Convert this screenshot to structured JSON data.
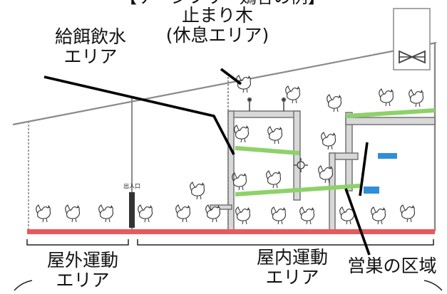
{
  "diagram": {
    "title_partial": "【ケージフリー鶏舎の例】",
    "labels": {
      "feeding_area": [
        "給餌飲水",
        "エリア"
      ],
      "perch_area": [
        "止まり木",
        "(休息エリア)"
      ],
      "outdoor_area": [
        "屋外運動",
        "エリア"
      ],
      "indoor_area": [
        "屋内運動",
        "エリア"
      ],
      "nest_area": [
        "営巣の区域"
      ],
      "entrance": "出入口"
    },
    "hen_icon": "hen-icon",
    "fan_icon": "ventilation-fan-icon",
    "colors": {
      "floor": "#e8595b",
      "litter_platform": "#8ed16a",
      "nest_box": "#2f8fd8",
      "structure": "#6d6d6d",
      "leader_line": "#000000"
    }
  }
}
